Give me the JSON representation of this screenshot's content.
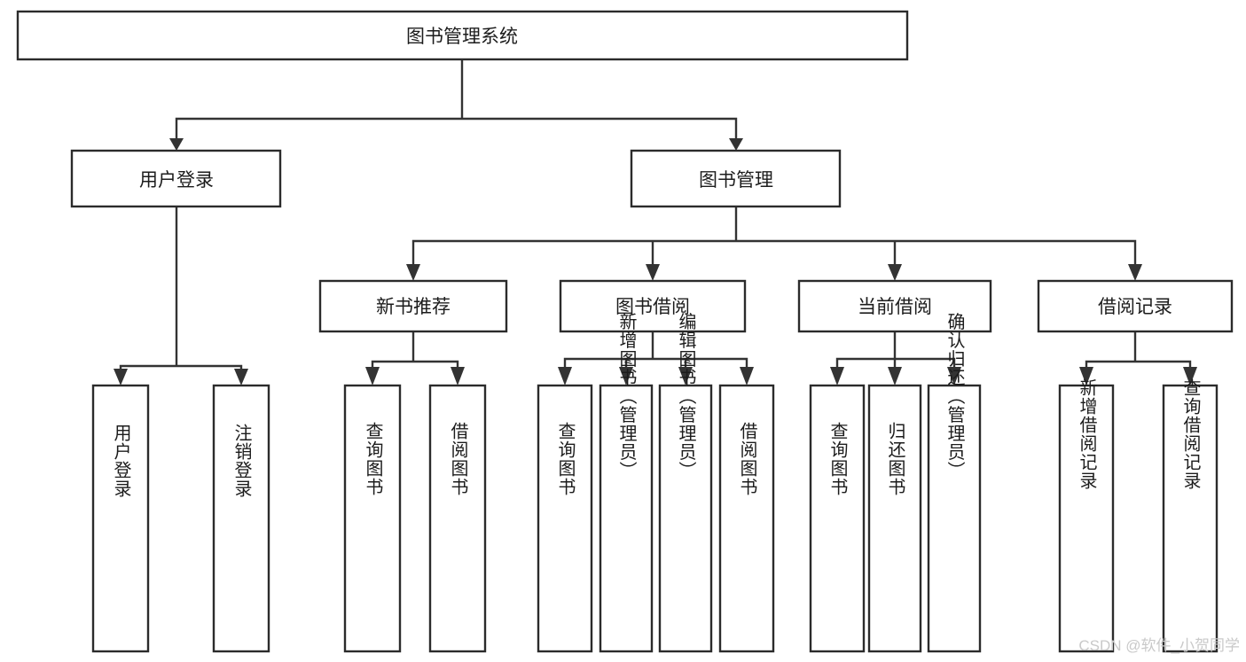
{
  "diagram": {
    "title": "图书管理系统",
    "type": "hierarchy-tree",
    "root": {
      "id": "root",
      "label": "图书管理系统"
    },
    "level2": [
      {
        "id": "user-login",
        "label": "用户登录"
      },
      {
        "id": "book-manage",
        "label": "图书管理"
      }
    ],
    "level3": [
      {
        "id": "new-book-rec",
        "label": "新书推荐"
      },
      {
        "id": "book-borrow",
        "label": "图书借阅"
      },
      {
        "id": "current-borrow",
        "label": "当前借阅"
      },
      {
        "id": "borrow-record",
        "label": "借阅记录"
      }
    ],
    "leaves": [
      {
        "id": "leaf-user-login",
        "label": "用户登录",
        "parent": "user-login"
      },
      {
        "id": "leaf-user-logout",
        "label": "注销登录",
        "parent": "user-login"
      },
      {
        "id": "leaf-query-book-1",
        "label": "查询图书",
        "parent": "new-book-rec"
      },
      {
        "id": "leaf-borrow-book-1",
        "label": "借阅图书",
        "parent": "new-book-rec"
      },
      {
        "id": "leaf-query-book-2",
        "label": "查询图书",
        "parent": "book-borrow"
      },
      {
        "id": "leaf-add-book",
        "label": "新增图书（管理员）",
        "parent": "book-borrow"
      },
      {
        "id": "leaf-edit-book",
        "label": "编辑图书（管理员）",
        "parent": "book-borrow"
      },
      {
        "id": "leaf-borrow-book-2",
        "label": "借阅图书",
        "parent": "book-borrow"
      },
      {
        "id": "leaf-query-book-3",
        "label": "查询图书",
        "parent": "current-borrow"
      },
      {
        "id": "leaf-return-book",
        "label": "归还图书",
        "parent": "current-borrow"
      },
      {
        "id": "leaf-confirm-return",
        "label": "确认归还（管理员）",
        "parent": "current-borrow"
      },
      {
        "id": "leaf-add-record",
        "label": "新增借阅记录",
        "parent": "borrow-record"
      },
      {
        "id": "leaf-query-record",
        "label": "查询借阅记录",
        "parent": "borrow-record"
      }
    ]
  },
  "watermark": {
    "text": "CSDN @软件_小贺同学"
  },
  "colors": {
    "background": "#ffffff",
    "box_fill": "#ffffff",
    "box_stroke": "#2b2b2b",
    "edge": "#333333",
    "text": "#1c1c1c",
    "watermark": "#c9c9c9"
  }
}
